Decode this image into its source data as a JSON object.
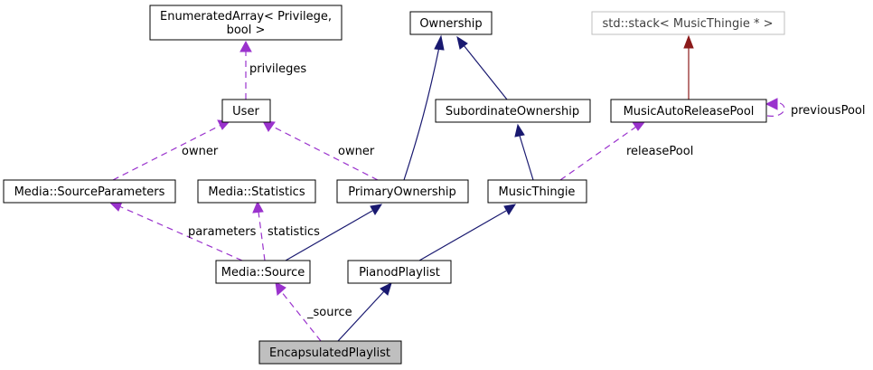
{
  "nodes": {
    "enumerated_array_line1": "EnumeratedArray< Privilege,",
    "enumerated_array_line2": "bool >",
    "ownership": "Ownership",
    "std_stack": "std::stack< MusicThingie * >",
    "user": "User",
    "subordinate_ownership": "SubordinateOwnership",
    "music_auto_release_pool": "MusicAutoReleasePool",
    "media_source_parameters": "Media::SourceParameters",
    "media_statistics": "Media::Statistics",
    "primary_ownership": "PrimaryOwnership",
    "music_thingie": "MusicThingie",
    "media_source": "Media::Source",
    "pianod_playlist": "PianodPlaylist",
    "encapsulated_playlist": "EncapsulatedPlaylist"
  },
  "edge_labels": {
    "privileges": "privileges",
    "owner_left": "owner",
    "owner_right": "owner",
    "previous_pool": "previousPool",
    "release_pool": "releasePool",
    "parameters": "parameters",
    "statistics": "statistics",
    "source": "_source"
  },
  "colors": {
    "inheritance": "#191970",
    "template": "#8b1a1a",
    "usage": "#9a32cd",
    "current_class_fill": "#bfbfbf",
    "external_border": "#bfbfbf"
  }
}
